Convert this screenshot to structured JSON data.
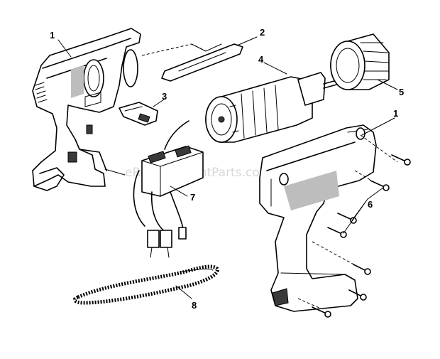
{
  "watermark": "eReplacementParts.com",
  "callouts": [
    {
      "id": "housing-left",
      "label": "1"
    },
    {
      "id": "switch-slide",
      "label": "2"
    },
    {
      "id": "contact-clip",
      "label": "3"
    },
    {
      "id": "motor",
      "label": "4"
    },
    {
      "id": "gear-case-cap",
      "label": "5"
    },
    {
      "id": "housing-right",
      "label": "1"
    },
    {
      "id": "screws",
      "label": "6"
    },
    {
      "id": "switch-assembly",
      "label": "7"
    },
    {
      "id": "lanyard",
      "label": "8"
    }
  ]
}
